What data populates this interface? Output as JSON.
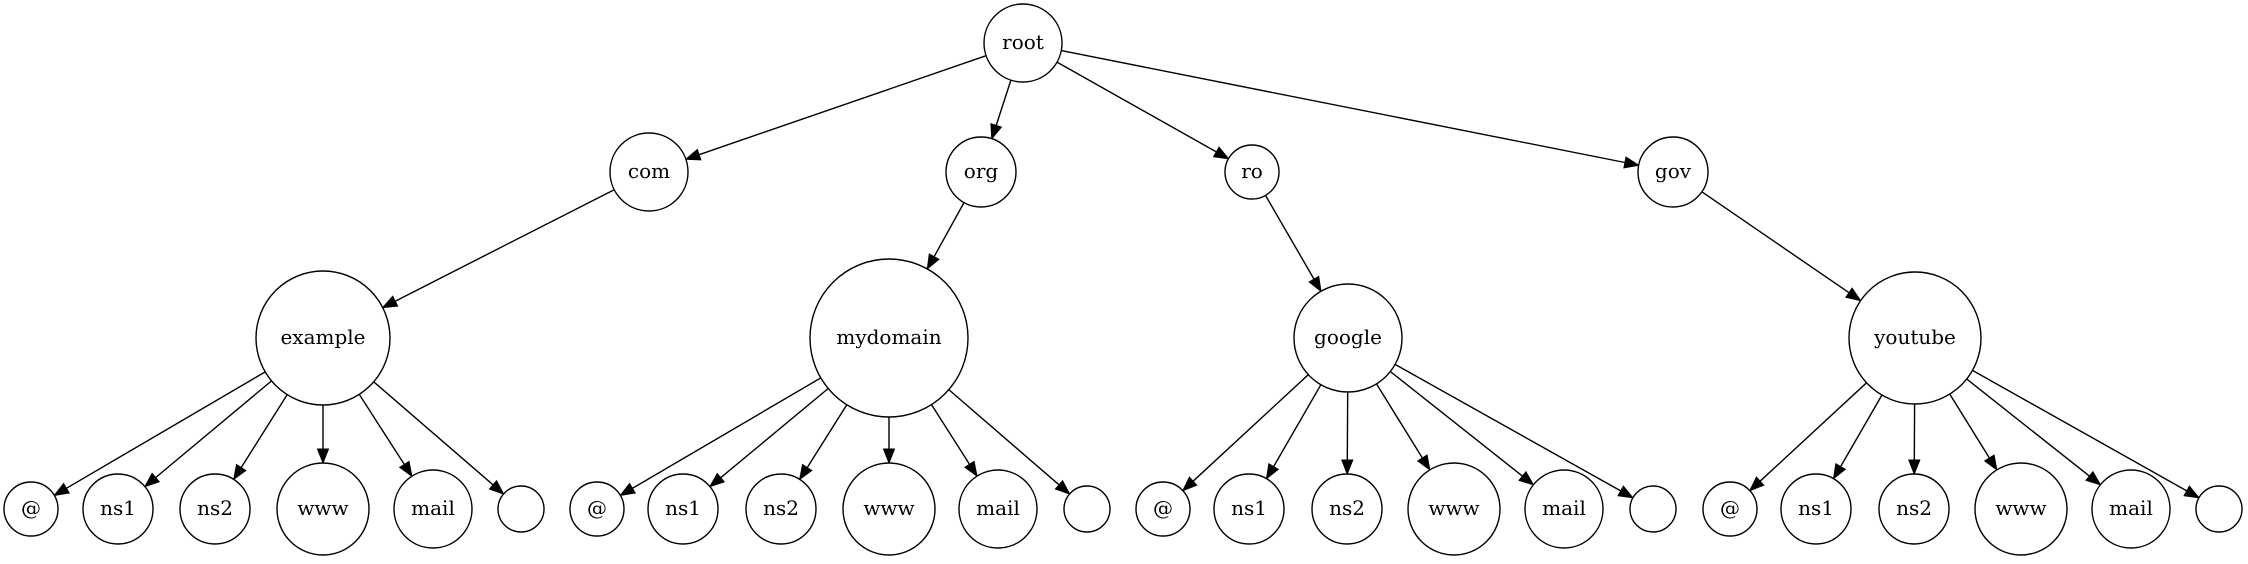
{
  "diagram": {
    "type": "tree",
    "nodes": [
      {
        "id": "root",
        "label": "root"
      },
      {
        "id": "com",
        "label": "com"
      },
      {
        "id": "org",
        "label": "org"
      },
      {
        "id": "ro",
        "label": "ro"
      },
      {
        "id": "gov",
        "label": "gov"
      },
      {
        "id": "example",
        "label": "example"
      },
      {
        "id": "mydomain",
        "label": "mydomain"
      },
      {
        "id": "google",
        "label": "google"
      },
      {
        "id": "youtube",
        "label": "youtube"
      },
      {
        "id": "ex_at",
        "label": "@"
      },
      {
        "id": "ex_ns1",
        "label": "ns1"
      },
      {
        "id": "ex_ns2",
        "label": "ns2"
      },
      {
        "id": "ex_www",
        "label": "www"
      },
      {
        "id": "ex_mail",
        "label": "mail"
      },
      {
        "id": "ex_blank",
        "label": ""
      },
      {
        "id": "my_at",
        "label": "@"
      },
      {
        "id": "my_ns1",
        "label": "ns1"
      },
      {
        "id": "my_ns2",
        "label": "ns2"
      },
      {
        "id": "my_www",
        "label": "www"
      },
      {
        "id": "my_mail",
        "label": "mail"
      },
      {
        "id": "my_blank",
        "label": ""
      },
      {
        "id": "go_at",
        "label": "@"
      },
      {
        "id": "go_ns1",
        "label": "ns1"
      },
      {
        "id": "go_ns2",
        "label": "ns2"
      },
      {
        "id": "go_www",
        "label": "www"
      },
      {
        "id": "go_mail",
        "label": "mail"
      },
      {
        "id": "go_blank",
        "label": ""
      },
      {
        "id": "yt_at",
        "label": "@"
      },
      {
        "id": "yt_ns1",
        "label": "ns1"
      },
      {
        "id": "yt_ns2",
        "label": "ns2"
      },
      {
        "id": "yt_www",
        "label": "www"
      },
      {
        "id": "yt_mail",
        "label": "mail"
      },
      {
        "id": "yt_blank",
        "label": ""
      }
    ],
    "edges": [
      [
        "root",
        "com"
      ],
      [
        "root",
        "org"
      ],
      [
        "root",
        "ro"
      ],
      [
        "root",
        "gov"
      ],
      [
        "com",
        "example"
      ],
      [
        "org",
        "mydomain"
      ],
      [
        "ro",
        "google"
      ],
      [
        "gov",
        "youtube"
      ],
      [
        "example",
        "ex_at"
      ],
      [
        "example",
        "ex_ns1"
      ],
      [
        "example",
        "ex_ns2"
      ],
      [
        "example",
        "ex_www"
      ],
      [
        "example",
        "ex_mail"
      ],
      [
        "example",
        "ex_blank"
      ],
      [
        "mydomain",
        "my_at"
      ],
      [
        "mydomain",
        "my_ns1"
      ],
      [
        "mydomain",
        "my_ns2"
      ],
      [
        "mydomain",
        "my_www"
      ],
      [
        "mydomain",
        "my_mail"
      ],
      [
        "mydomain",
        "my_blank"
      ],
      [
        "google",
        "go_at"
      ],
      [
        "google",
        "go_ns1"
      ],
      [
        "google",
        "go_ns2"
      ],
      [
        "google",
        "go_www"
      ],
      [
        "google",
        "go_mail"
      ],
      [
        "google",
        "go_blank"
      ],
      [
        "youtube",
        "yt_at"
      ],
      [
        "youtube",
        "yt_ns1"
      ],
      [
        "youtube",
        "yt_ns2"
      ],
      [
        "youtube",
        "yt_www"
      ],
      [
        "youtube",
        "yt_mail"
      ],
      [
        "youtube",
        "yt_blank"
      ]
    ]
  }
}
